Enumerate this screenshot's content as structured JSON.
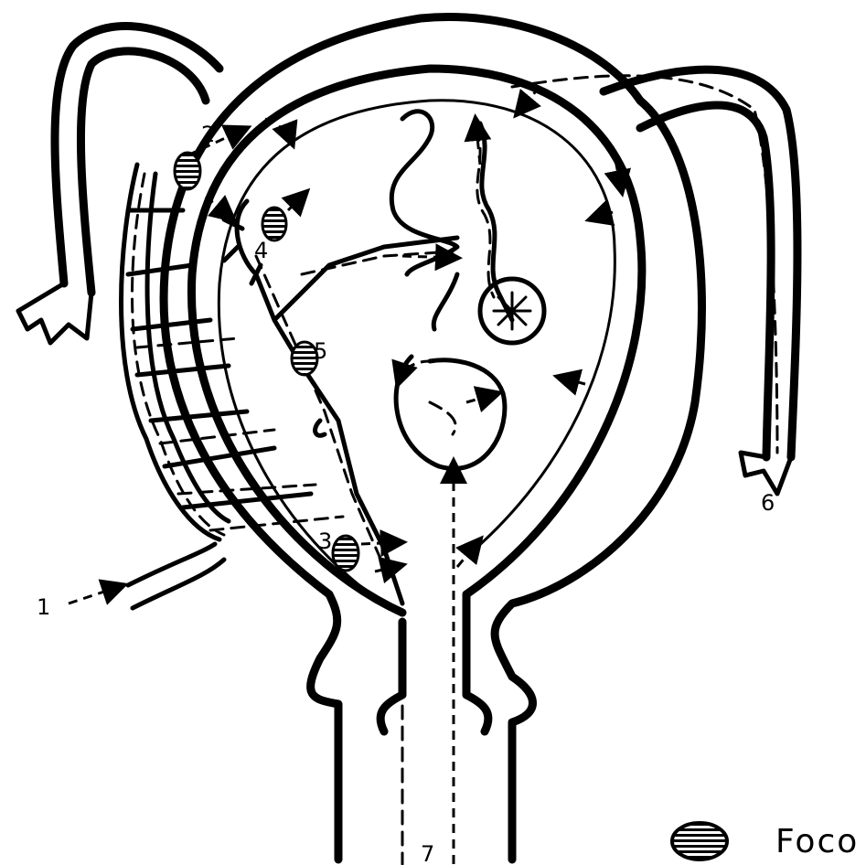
{
  "labels": {
    "one": "1",
    "two": "2",
    "three": "3",
    "four": "4",
    "five": "5",
    "six": "6",
    "seven": "7"
  },
  "legend": {
    "text": "Foco"
  }
}
